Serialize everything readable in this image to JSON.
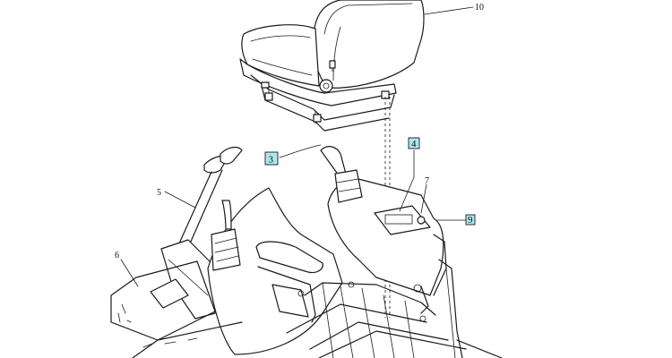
{
  "diagram": {
    "labels": [
      {
        "id": "label-10",
        "text": "10"
      },
      {
        "id": "label-3",
        "text": "3"
      },
      {
        "id": "label-4",
        "text": "4"
      },
      {
        "id": "label-5",
        "text": "5"
      },
      {
        "id": "label-6",
        "text": "6"
      },
      {
        "id": "label-7",
        "text": "7"
      },
      {
        "id": "label-9",
        "text": "9"
      }
    ],
    "highlight_color": "#aee6ea",
    "line_color": "#1a1a1a"
  }
}
